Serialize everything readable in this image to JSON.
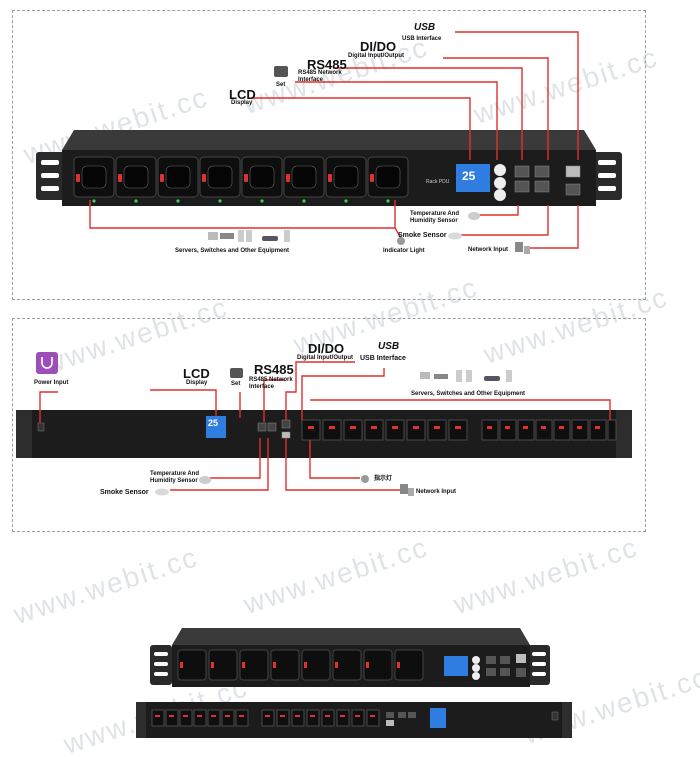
{
  "watermark": "www.webit.cc",
  "colors": {
    "accent_line": "#e0312f",
    "lcd_blue": "#2f7de0",
    "chassis": "#1c1c1c"
  },
  "panel1": {
    "usb": {
      "logo": "USB",
      "label": "USB Interface"
    },
    "dido": {
      "title": "DI/DO",
      "sub": "Digital Input/Output"
    },
    "rs485": {
      "title": "RS485",
      "sub1": "RS485 Network",
      "sub2": "Interface"
    },
    "set": {
      "label": "Set"
    },
    "lcd": {
      "title": "LCD",
      "sub": "Display"
    },
    "lcd_screen": "25",
    "brand": "Rack PDU",
    "temp_sensor": {
      "line1": "Temperature And",
      "line2": "Humidity Sensor"
    },
    "smoke_sensor": "Smoke Sensor",
    "network_input": "Network Input",
    "servers": "Servers, Switches and Other Equipment",
    "indicator": "Indicator Light"
  },
  "panel2": {
    "power_input": "Power Input",
    "lcd": {
      "title": "LCD",
      "sub": "Display"
    },
    "set": {
      "label": "Set"
    },
    "rs485": {
      "title": "RS485",
      "sub1": "RS485 Network",
      "sub2": "Interface"
    },
    "dido": {
      "title": "DI/DO",
      "sub": "Digital Input/Output"
    },
    "usb": {
      "logo": "USB",
      "label": "USB Interface"
    },
    "servers": "Servers, Switches and Other Equipment",
    "lcd_screen": "25",
    "temp_sensor": {
      "line1": "Temperature And",
      "line2": "Humidity Sensor"
    },
    "smoke_sensor": "Smoke Sensor",
    "indicator": "指示灯",
    "network_input": "Network Input"
  }
}
